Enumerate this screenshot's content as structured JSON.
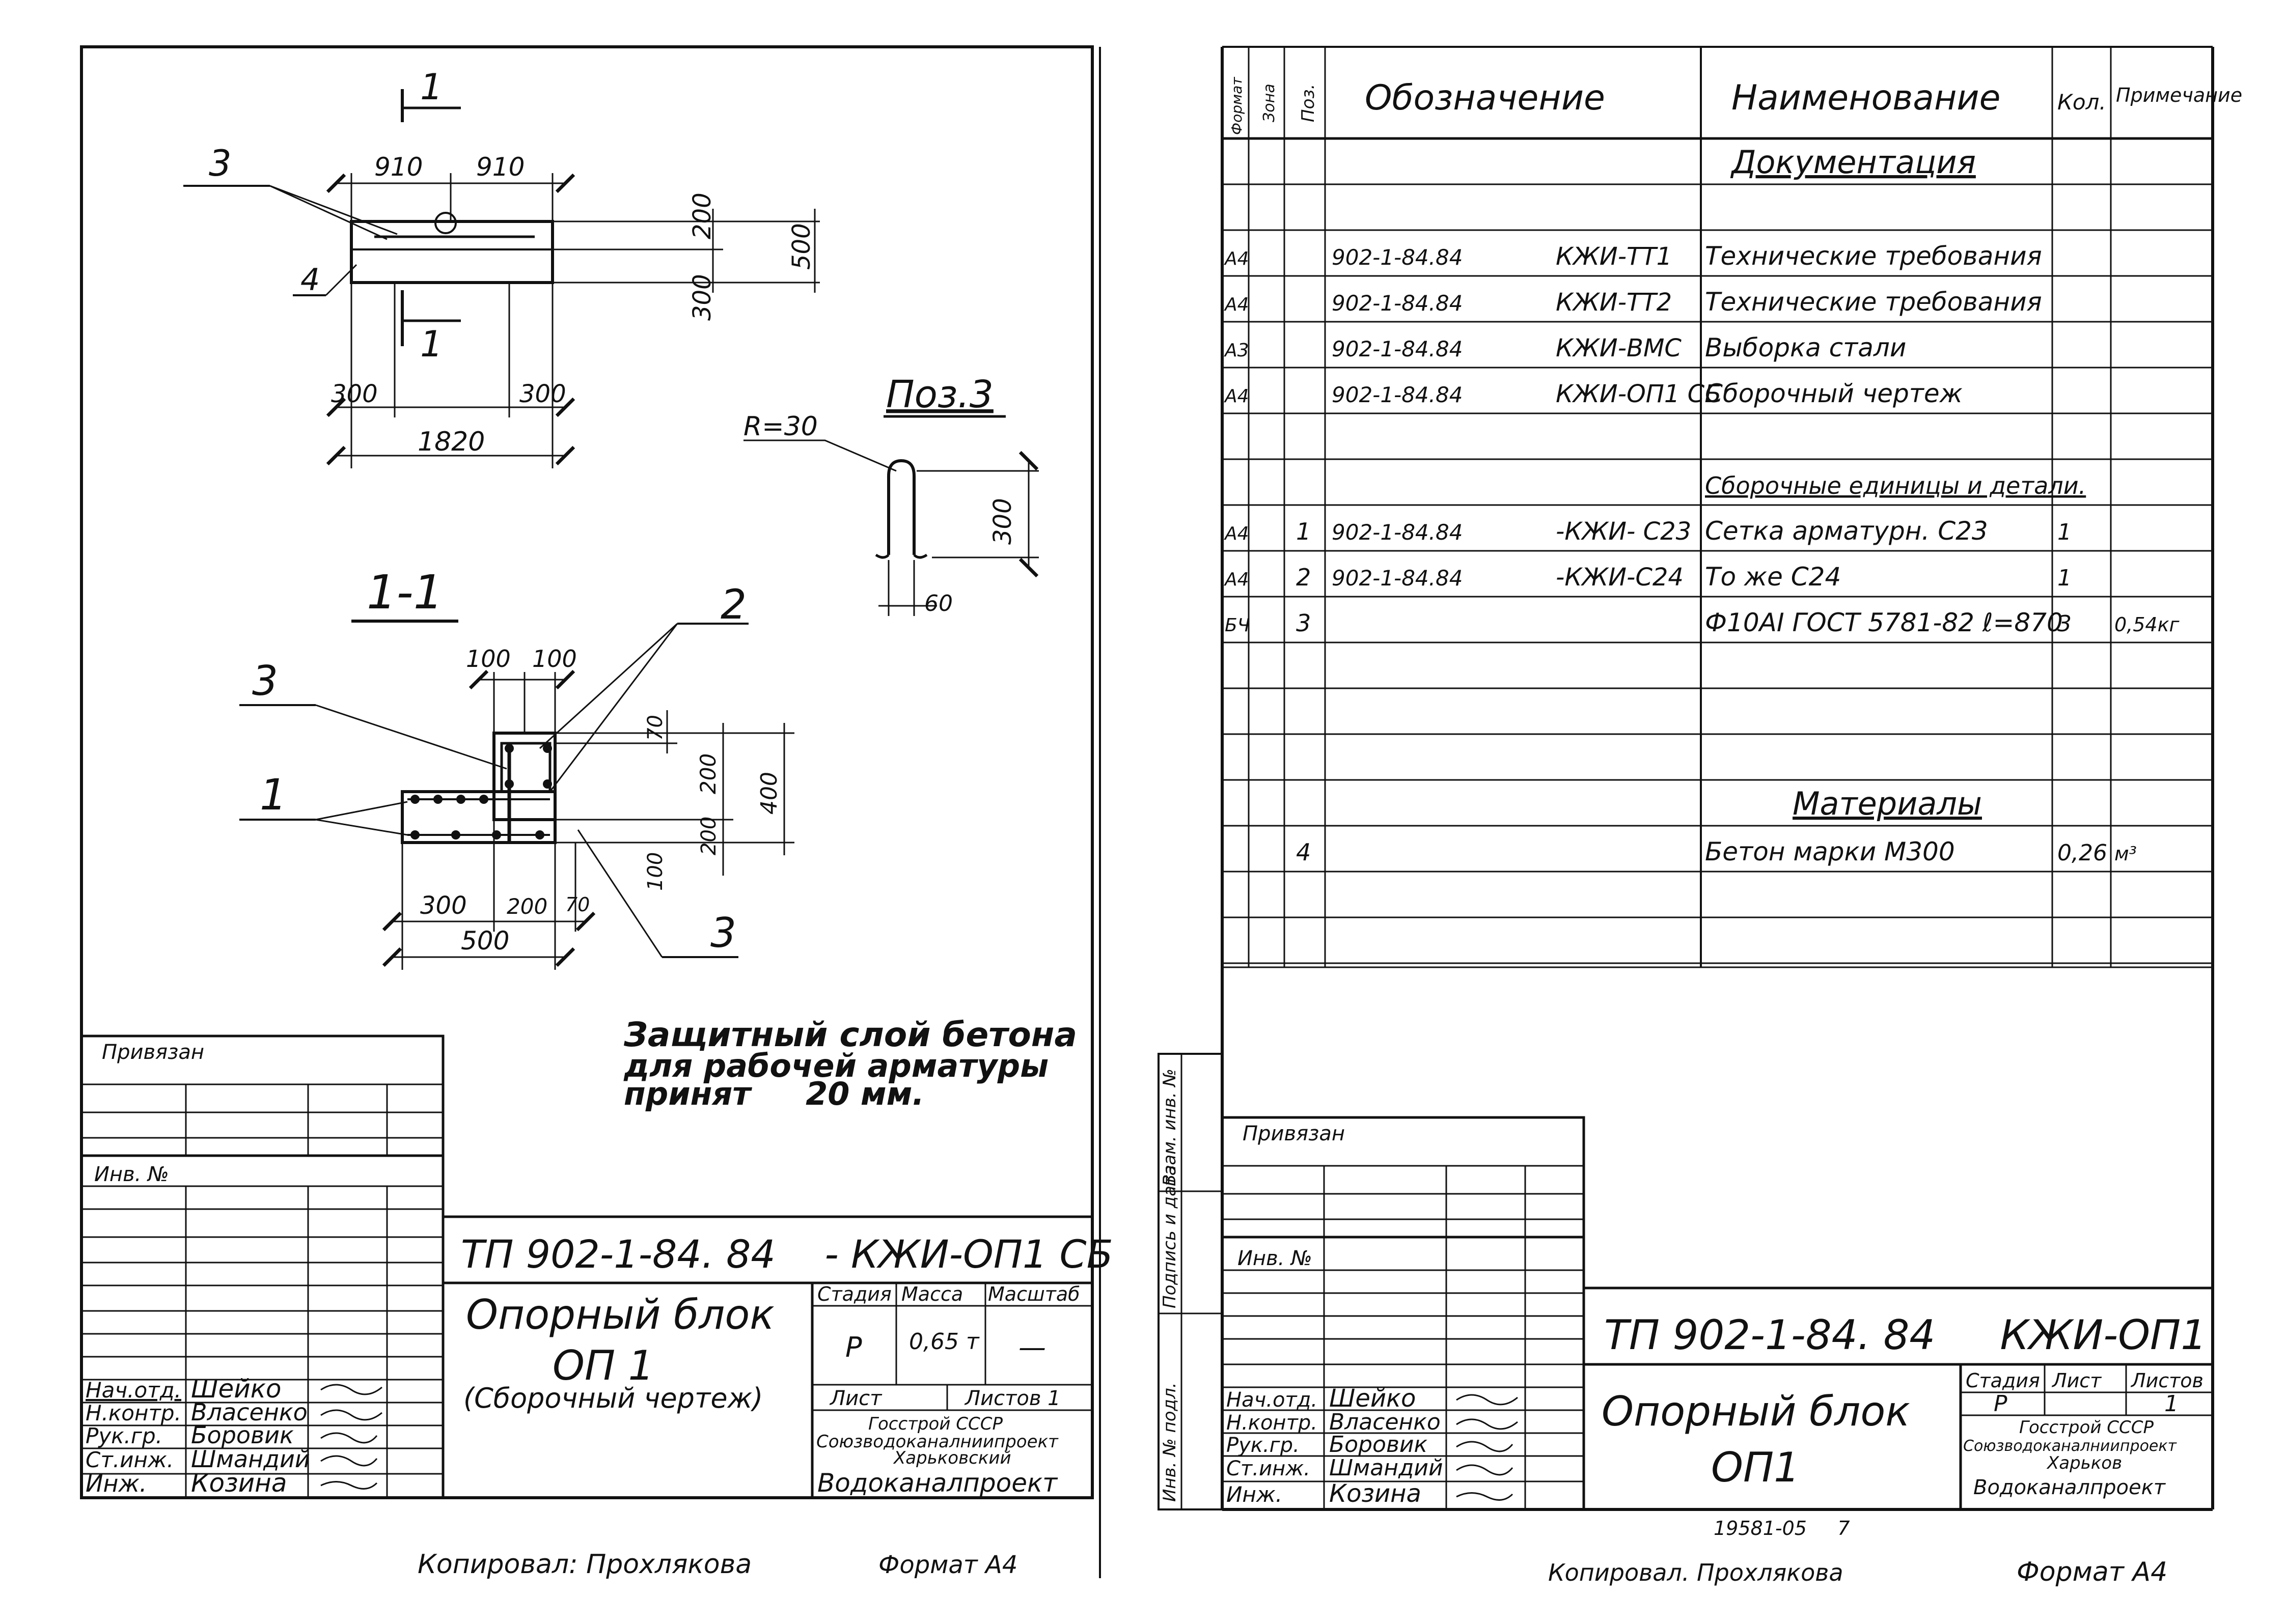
{
  "left_sheet": {
    "section_mark": "1",
    "plan_dims": {
      "half_left": "910",
      "half_right": "910",
      "h_top": "200",
      "h_total": "500",
      "h_bottom": "300",
      "end_left": "300",
      "end_right": "300",
      "length": "1820"
    },
    "plan_callouts": [
      "3",
      "4"
    ],
    "pos3_title": "Поз.3",
    "pos3_radius": "R=30",
    "pos3_height": "300",
    "pos3_width": "60",
    "section_title": "1-1",
    "section_dims": {
      "top_a": "100",
      "top_b": "100",
      "v_70": "70",
      "v_200": "200",
      "v_400": "400",
      "v_200b": "200",
      "v_100": "100",
      "b_300": "300",
      "b_200": "200",
      "b_70": "70",
      "b_500": "500"
    },
    "section_callouts": [
      "3",
      "2",
      "1",
      "3"
    ],
    "note": [
      "Защитный слой бетона",
      "для рабочей арматуры",
      "принят     20 мм."
    ],
    "privyazan": "Привязан",
    "inv_no": "Инв. №",
    "title_code": "ТП 902-1-84. 84    - КЖИ-ОП1 СБ",
    "title_name_1": "Опорный блок",
    "title_name_2": "ОП 1",
    "title_name_3": "(Сборочный чертеж)",
    "stamp_headers": [
      "Стадия",
      "Масса",
      "Масштаб"
    ],
    "stamp_values": [
      "Р",
      "0,65 т",
      "—"
    ],
    "sheet_label": "Лист",
    "sheets_label": "Листов 1",
    "org": [
      "Госстрой СССР",
      "Союзводоканалниипроект",
      "Харьковский",
      "Водоканалпроект"
    ],
    "signers": [
      {
        "role": "Нач.отд.",
        "name": "Шейко"
      },
      {
        "role": "Н.контр.",
        "name": "Власенко"
      },
      {
        "role": "Рук.гр.",
        "name": "Боровик"
      },
      {
        "role": "Ст.инж.",
        "name": "Шмандий"
      },
      {
        "role": "Инж.",
        "name": "Козина"
      }
    ],
    "copied": "Копировал: Прохлякова",
    "format": "Формат А4"
  },
  "right_sheet": {
    "spec_headers": [
      "Формат",
      "Зона",
      "Поз.",
      "Обозначение",
      "Наименование",
      "Кол.",
      "Примечание"
    ],
    "spec_rows": [
      {
        "fmt": "",
        "zone": "",
        "pos": "",
        "code": "",
        "suffix": "",
        "name": "Документация",
        "qty": "",
        "note": "",
        "heading": true
      },
      {
        "fmt": "",
        "zone": "",
        "pos": "",
        "code": "",
        "suffix": "",
        "name": "",
        "qty": "",
        "note": ""
      },
      {
        "fmt": "А4",
        "zone": "",
        "pos": "",
        "code": "902-1-84.84",
        "suffix": "КЖИ-ТТ1",
        "name": "Технические требования",
        "qty": "",
        "note": ""
      },
      {
        "fmt": "А4",
        "zone": "",
        "pos": "",
        "code": "902-1-84.84",
        "suffix": "КЖИ-ТТ2",
        "name": "Технические требования",
        "qty": "",
        "note": ""
      },
      {
        "fmt": "А3",
        "zone": "",
        "pos": "",
        "code": "902-1-84.84",
        "suffix": "КЖИ-ВМС",
        "name": "Выборка стали",
        "qty": "",
        "note": ""
      },
      {
        "fmt": "А4",
        "zone": "",
        "pos": "",
        "code": "902-1-84.84",
        "suffix": "КЖИ-ОП1 СБ",
        "name": "Сборочный чертеж",
        "qty": "",
        "note": ""
      },
      {
        "fmt": "",
        "zone": "",
        "pos": "",
        "code": "",
        "suffix": "",
        "name": "",
        "qty": "",
        "note": ""
      },
      {
        "fmt": "",
        "zone": "",
        "pos": "",
        "code": "",
        "suffix": "",
        "name": "Сборочные единицы и детали.",
        "qty": "",
        "note": "",
        "heading": true
      },
      {
        "fmt": "А4",
        "zone": "",
        "pos": "1",
        "code": "902-1-84.84",
        "suffix": "-КЖИ- С23",
        "name": "Сетка арматурн. С23",
        "qty": "1",
        "note": ""
      },
      {
        "fmt": "А4",
        "zone": "",
        "pos": "2",
        "code": "902-1-84.84",
        "suffix": "-КЖИ-С24",
        "name": "То же             С24",
        "qty": "1",
        "note": ""
      },
      {
        "fmt": "БЧ",
        "zone": "",
        "pos": "3",
        "code": "",
        "suffix": "",
        "name": "Ф10АI ГОСТ 5781-82 ℓ=870",
        "qty": "3",
        "note": "0,54кг"
      },
      {
        "fmt": "",
        "zone": "",
        "pos": "",
        "code": "",
        "suffix": "",
        "name": "",
        "qty": "",
        "note": ""
      },
      {
        "fmt": "",
        "zone": "",
        "pos": "",
        "code": "",
        "suffix": "",
        "name": "",
        "qty": "",
        "note": ""
      },
      {
        "fmt": "",
        "zone": "",
        "pos": "",
        "code": "",
        "suffix": "",
        "name": "",
        "qty": "",
        "note": ""
      },
      {
        "fmt": "",
        "zone": "",
        "pos": "",
        "code": "",
        "suffix": "",
        "name": "Материалы",
        "qty": "",
        "note": "",
        "heading": true
      },
      {
        "fmt": "",
        "zone": "",
        "pos": "4",
        "code": "",
        "suffix": "",
        "name": "Бетон марки    М300",
        "qty": "0,26",
        "note": "м³"
      },
      {
        "fmt": "",
        "zone": "",
        "pos": "",
        "code": "",
        "suffix": "",
        "name": "",
        "qty": "",
        "note": ""
      },
      {
        "fmt": "",
        "zone": "",
        "pos": "",
        "code": "",
        "suffix": "",
        "name": "",
        "qty": "",
        "note": ""
      }
    ],
    "side_labels": [
      "Инв. № подл.",
      "Подпись и дата",
      "Взам. инв. №"
    ],
    "privyazan": "Привязан",
    "inv_no": "Инв. №",
    "title_code": "ТП 902-1-84. 84     КЖИ-ОП1",
    "title_name_1": "Опорный блок",
    "title_name_2": "ОП1",
    "stamp_headers": [
      "Стадия",
      "Лист",
      "Листов"
    ],
    "stamp_values": [
      "Р",
      "",
      "1"
    ],
    "org": [
      "Госстрой СССР",
      "Союзводоканалниипроект",
      "Харьков",
      "Водоканалпроект"
    ],
    "signers": [
      {
        "role": "Нач.отд.",
        "name": "Шейко"
      },
      {
        "role": "Н.контр.",
        "name": "Власенко"
      },
      {
        "role": "Рук.гр.",
        "name": "Боровик"
      },
      {
        "role": "Ст.инж.",
        "name": "Шмандий"
      },
      {
        "role": "Инж.",
        "name": "Козина"
      }
    ],
    "archive_no": "19581-05     7",
    "copied": "Копировал. Прохлякова",
    "format": "Формат А4"
  }
}
